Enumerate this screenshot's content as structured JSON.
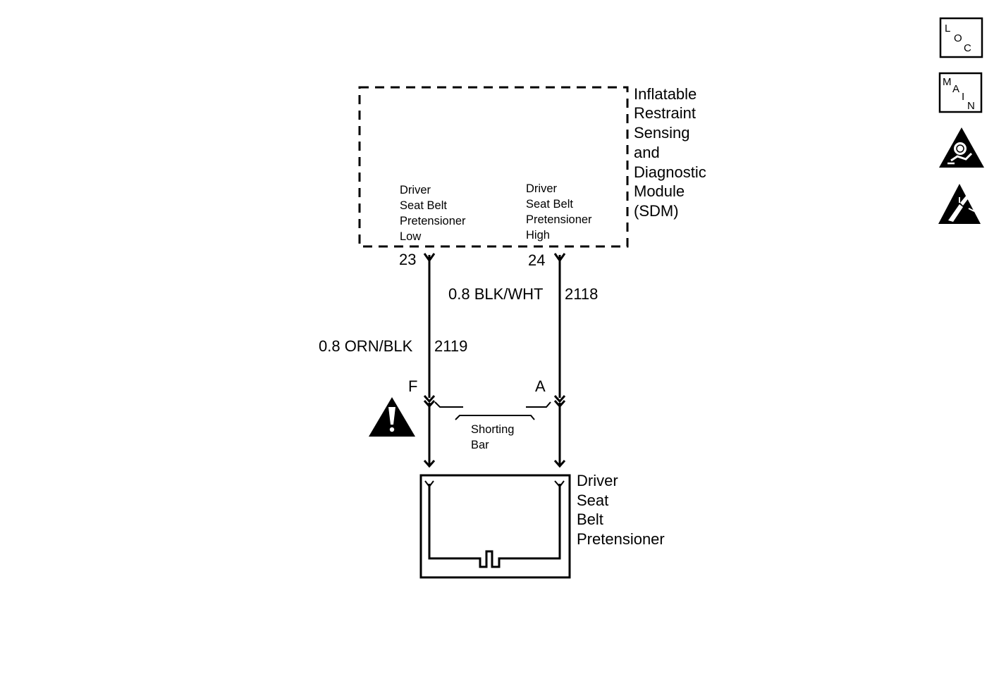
{
  "sdm": {
    "name_lines": [
      "Inflatable",
      "Restraint",
      "Sensing",
      "and",
      "Diagnostic",
      "Module",
      "(SDM)"
    ],
    "left_func_lines": [
      "Driver",
      "Seat Belt",
      "Pretensioner",
      "Low"
    ],
    "right_func_lines": [
      "Driver",
      "Seat Belt",
      "Pretensioner",
      "High"
    ],
    "pin_left": "23",
    "pin_right": "24"
  },
  "wires": {
    "left": {
      "gauge_color": "0.8 ORN/BLK",
      "circuit": "2119"
    },
    "right": {
      "gauge_color": "0.8 BLK/WHT",
      "circuit": "2118"
    }
  },
  "connector": {
    "terminal_left": "F",
    "terminal_right": "A",
    "shorting_bar_lines": [
      "Shorting",
      "Bar"
    ]
  },
  "pretensioner": {
    "name_lines": [
      "Driver",
      "Seat",
      "Belt",
      "Pretensioner"
    ]
  },
  "side_icons": {
    "loc": {
      "letters": [
        "L",
        "O",
        "C"
      ],
      "icon": "location-view-icon"
    },
    "main": {
      "letters": [
        "M",
        "A",
        "I",
        "N"
      ],
      "icon": "main-schematic-icon"
    },
    "airbag_warning": {
      "icon": "airbag-caution-icon"
    },
    "esd_warning": {
      "icon": "esd-sensitive-icon"
    }
  },
  "caution_icon": {
    "icon": "caution-triangle-icon"
  },
  "colors": {
    "line": "#000000",
    "background": "#ffffff"
  }
}
